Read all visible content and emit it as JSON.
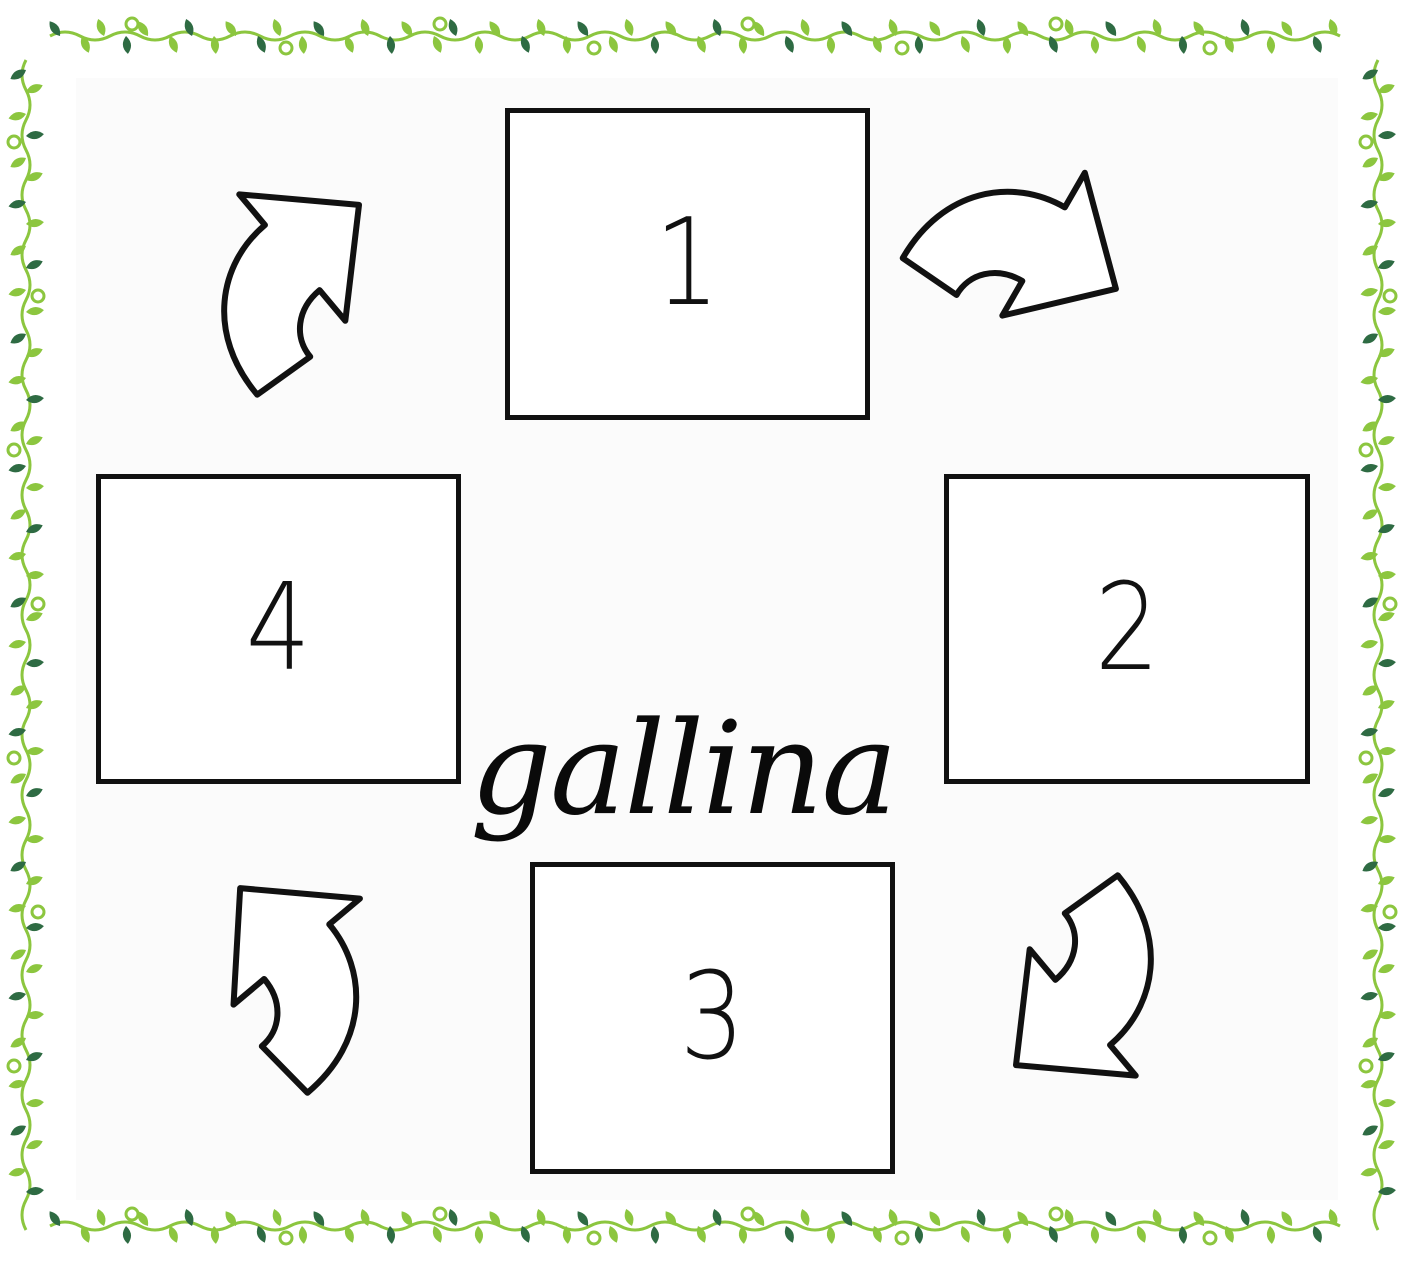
{
  "word": "gallina",
  "boxes": [
    {
      "label": "1"
    },
    {
      "label": "2"
    },
    {
      "label": "3"
    },
    {
      "label": "4"
    }
  ],
  "colors": {
    "vine_light": "#8cc63f",
    "vine_dark": "#2e6b43",
    "outline": "#111111"
  },
  "icons": [
    "curved-arrow-icon",
    "vine-border"
  ]
}
